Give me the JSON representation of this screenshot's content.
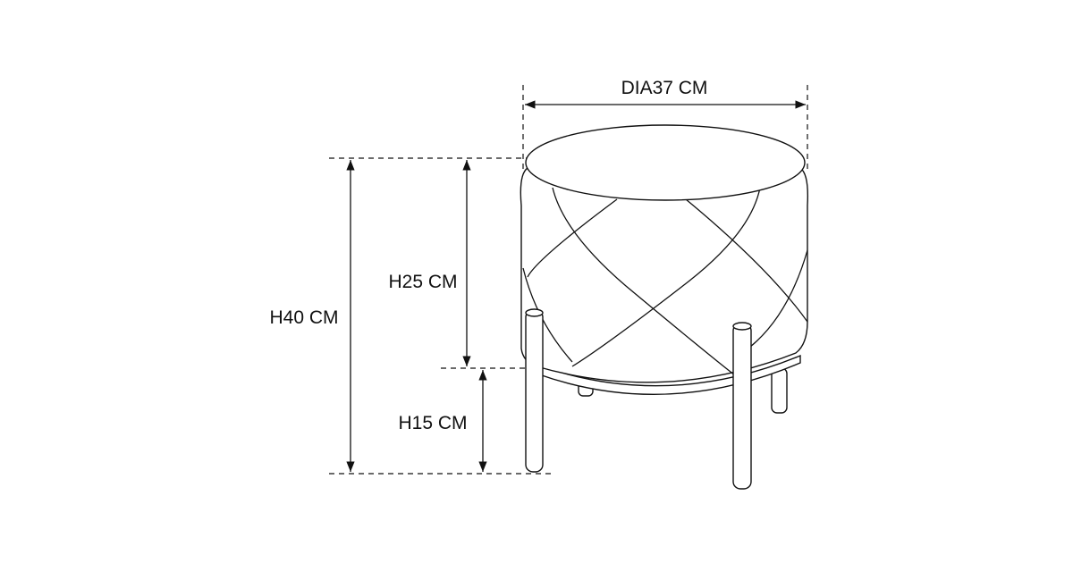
{
  "dimensions": {
    "diameter": "DIA37 CM",
    "total_height": "H40 CM",
    "seat_height": "H25 CM",
    "leg_height": "H15 CM"
  }
}
